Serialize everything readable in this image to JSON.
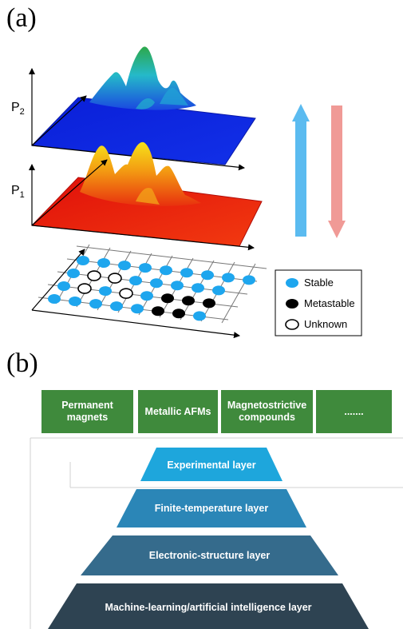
{
  "panel_a": {
    "label": "(a)",
    "axis_labels": {
      "p2": "P",
      "p2_sub": "2",
      "p1": "P",
      "p1_sub": "1"
    },
    "legend": [
      {
        "label": "Stable",
        "marker": "filled-blue"
      },
      {
        "label": "Metastable",
        "marker": "filled-black"
      },
      {
        "label": "Unknown",
        "marker": "open-circle"
      }
    ],
    "colors": {
      "up_arrow": "#5bbbf0",
      "down_arrow": "#f09a96",
      "stable": "#1ea6ee",
      "metastable": "#000000"
    }
  },
  "panel_b": {
    "label": "(b)",
    "categories": [
      {
        "label": "Permanent magnets"
      },
      {
        "label": "Metallic AFMs"
      },
      {
        "label": "Magnetostrictive compounds"
      },
      {
        "label": "......."
      }
    ],
    "layers": [
      {
        "label": "Experimental layer",
        "color": "#1ea6dc"
      },
      {
        "label": "Finite-temperature layer",
        "color": "#2b86b7"
      },
      {
        "label": "Electronic-structure layer",
        "color": "#356b8c"
      },
      {
        "label": "Machine-learning/artificial intelligence layer",
        "color": "#2e4352"
      }
    ],
    "category_color": "#3f8a3c"
  }
}
